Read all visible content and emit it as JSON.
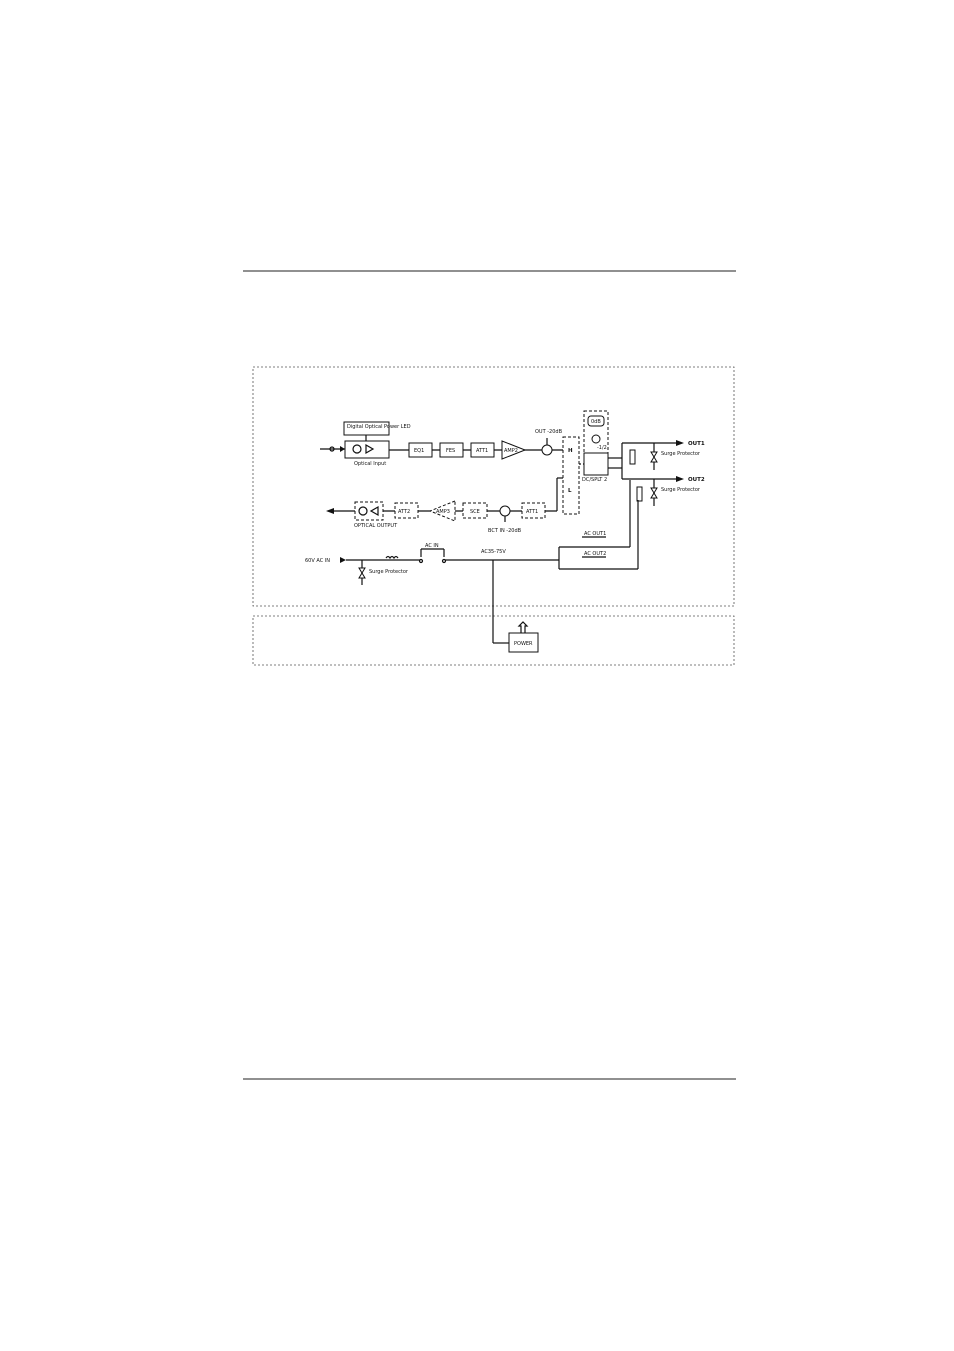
{
  "diagram": {
    "forward_path": {
      "led_label": "Digital Optical Power LED",
      "input_label": "Optical Input",
      "blocks": [
        "EQ1",
        "FES",
        "ATT1",
        "AMP2"
      ],
      "test_point": "OUT -20dB",
      "diplexer_high": "H",
      "diplexer_low": "L",
      "pad_label": "0dB",
      "splitter_ratio": "-1/2",
      "splitter_label": "DC/SPLT 2"
    },
    "outputs": {
      "out1": "OUT1",
      "out2": "OUT2",
      "surge": "Surge Protector"
    },
    "return_path": {
      "blocks": [
        "ATT1",
        "SCE",
        "AMP3",
        "ATT2"
      ],
      "test_point": "BCT IN -20dB",
      "output_label": "OPTICAL OUTPUT"
    },
    "power": {
      "ac_in_label": "60V AC IN",
      "surge": "Surge Protector",
      "ac_switch": "AC IN",
      "ac_range": "AC35-75V",
      "ac_out1": "AC OUT1",
      "ac_out2": "AC OUT2",
      "power_label": "POWER"
    }
  }
}
